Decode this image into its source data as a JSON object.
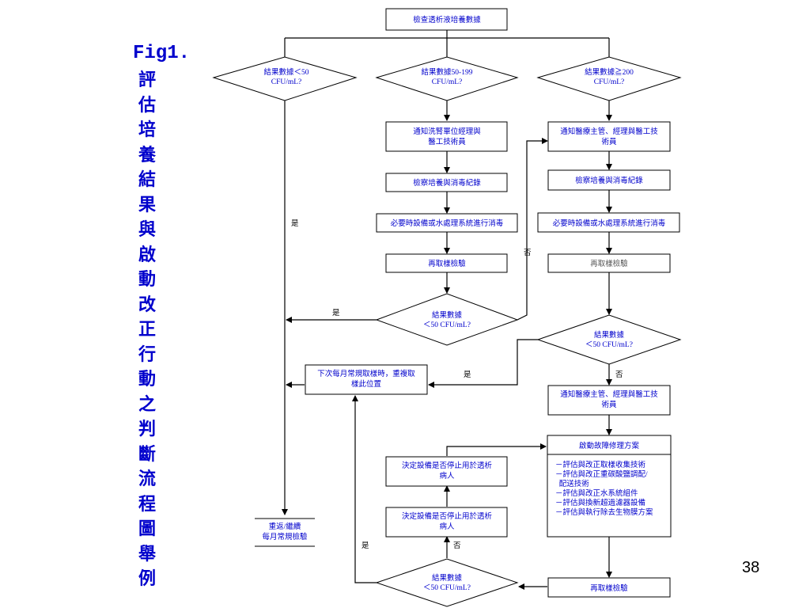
{
  "fig_label": "Fig1.",
  "vertical_title": [
    "評",
    "估",
    "培",
    "養",
    "結",
    "果",
    "與",
    "啟",
    "動",
    "改",
    "正",
    "行",
    "動",
    "之",
    "判",
    "斷",
    "流",
    "程",
    "圖",
    "舉",
    "例"
  ],
  "page_number": "38",
  "nodes": {
    "start": "檢查透析液培養數據",
    "dec_lt50": [
      "結果數據＜50",
      "CFU/mL?"
    ],
    "dec_50_199": [
      "結果數據50-199",
      "CFU/mL?"
    ],
    "dec_ge200": [
      "結果數據≧200",
      "CFU/mL?"
    ],
    "notify_mid": [
      "通知洗腎單位經理與",
      "醫工技術員"
    ],
    "inspect_mid": "檢察培養與消毒紀錄",
    "disinfect_mid": "必要時設備或水處理系統進行消毒",
    "retest_mid": "再取樣檢驗",
    "notify_high": [
      "通知醫療主管、經理與醫工技",
      "術員"
    ],
    "inspect_high": "檢察培養與消毒紀錄",
    "disinfect_high": "必要時設備或水處理系統進行消毒",
    "retest_high": "再取樣檢驗",
    "dec_mid2": [
      "結果數據",
      "＜50 CFU/mL?"
    ],
    "dec_high2": [
      "結果數據",
      "＜50 CFU/mL?"
    ],
    "next_resample": [
      "下次每月常規取樣時，重複取",
      "樣此位置"
    ],
    "notify_high2": [
      "通知醫療主管、經理與醫工技",
      "術員"
    ],
    "repair_title": "啟動故障修理方案",
    "repair_items": [
      "－評估與改正取樣收集技術",
      "－評估與改正重碳酸鹽調配/",
      "  配送技術",
      "－評估與改正水系統組件",
      "－評估與換新超過濾器設備",
      "－評估與執行除去生物膜方案"
    ],
    "decide_stop_top": [
      "決定設備是否停止用於透析",
      "病人"
    ],
    "decide_stop_bottom": [
      "決定設備是否停止用於透析",
      "病人"
    ],
    "dec_bottom": [
      "結果數據",
      "＜50 CFU/mL?"
    ],
    "retest_bottom": "再取樣檢驗",
    "return_routine": [
      "重返/繼續",
      "每月常規檢驗"
    ]
  },
  "edge_labels": {
    "yes_left": "是",
    "yes_mid2": "是",
    "no_mid2": "否",
    "yes_high2": "是",
    "no_high2": "否",
    "yes_bottom": "是",
    "no_bottom": "否"
  }
}
